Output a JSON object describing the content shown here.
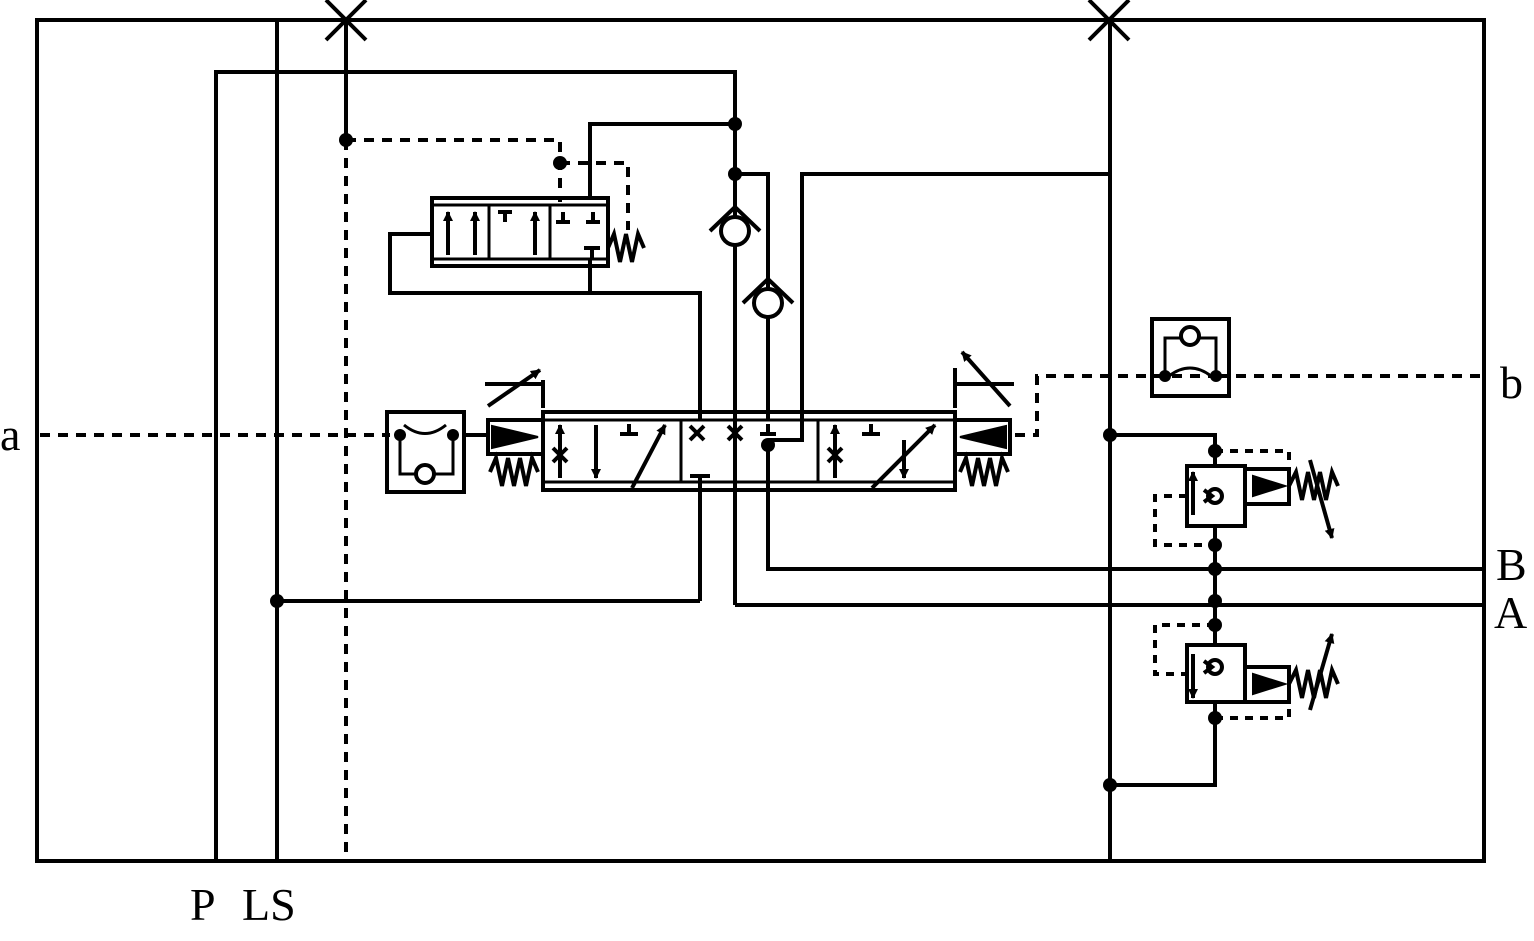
{
  "diagram": {
    "ports": {
      "p": "P",
      "ls": "LS",
      "a_pilot": "a",
      "b_pilot": "b",
      "work_a": "A",
      "work_b": "B"
    },
    "colors": {
      "line": "#000000",
      "background": "#ffffff"
    }
  }
}
